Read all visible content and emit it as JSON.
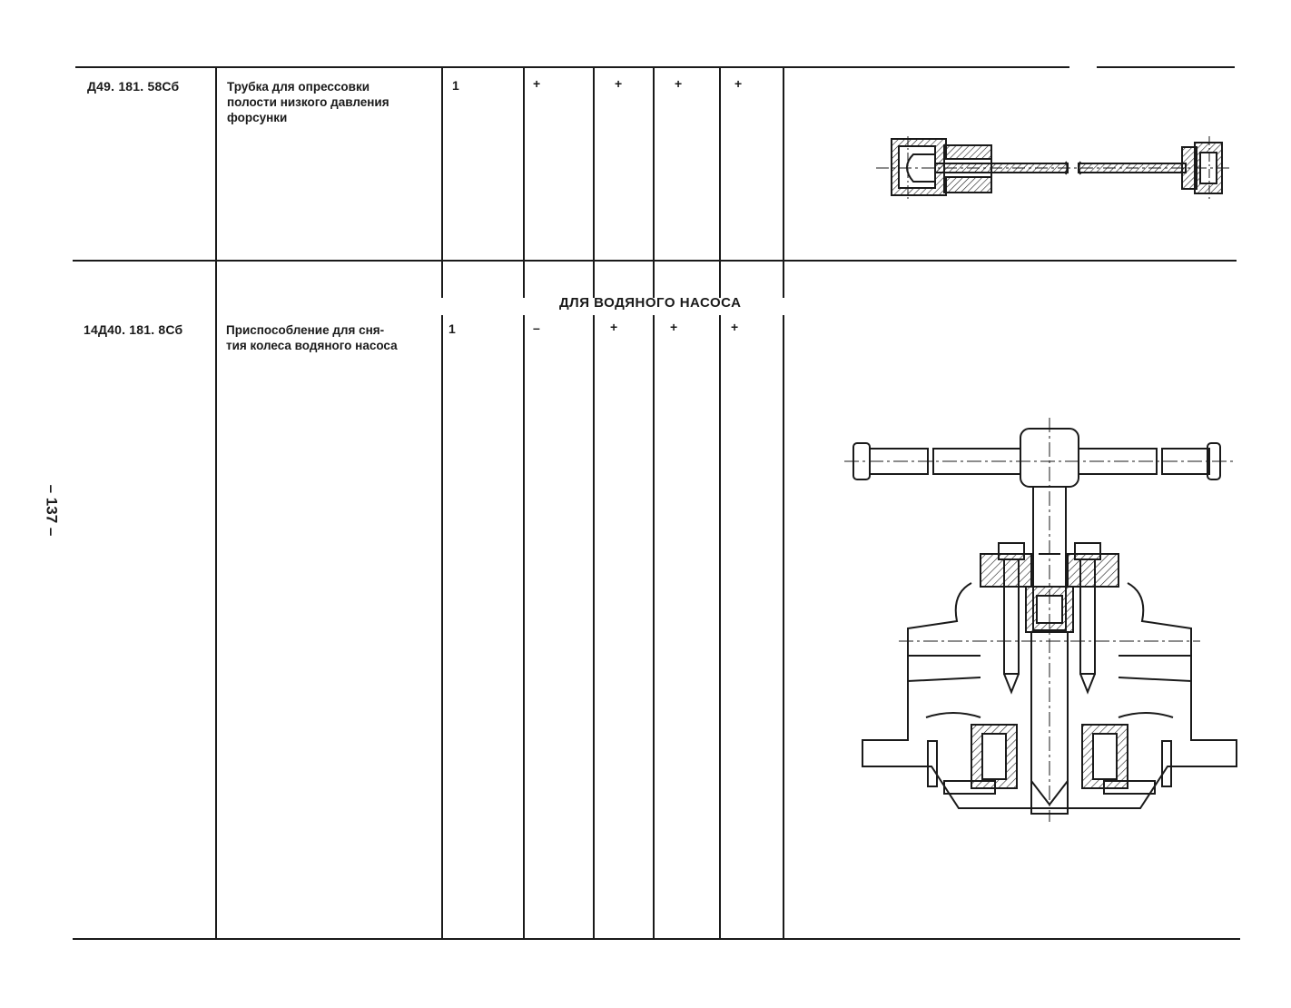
{
  "page_number": "– 137 –",
  "rows": [
    {
      "code": "Д49. 181. 58Сб",
      "description": [
        "Трубка для опрессовки",
        "полости низкого давления",
        "форсунки"
      ],
      "quantity": "1",
      "marks": [
        "+",
        "+",
        "+",
        "+"
      ]
    },
    {
      "section_title": "ДЛЯ ВОДЯНОГО НАСОСА",
      "code": "14Д40. 181. 8Сб",
      "description": [
        "Приспособление для сня-",
        "тия колеса водяного  насоса"
      ],
      "quantity": "1",
      "marks": [
        "–",
        "+",
        "+",
        "+"
      ]
    }
  ]
}
